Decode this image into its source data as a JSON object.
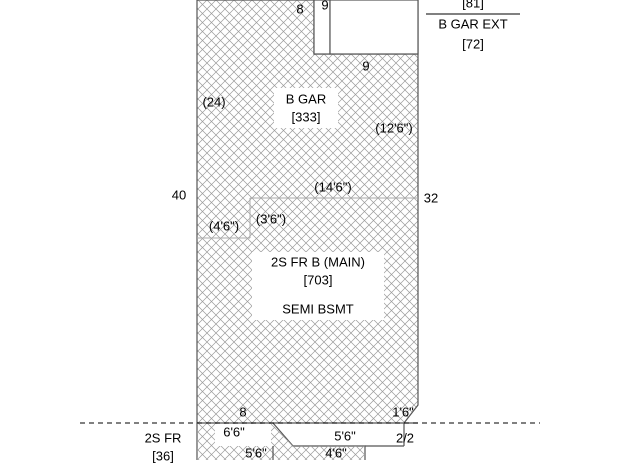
{
  "colors": {
    "wall": "#555555",
    "hatch": "#9a9a9a",
    "background": "#ffffff",
    "text": "#000000",
    "dashed_line": "#000000"
  },
  "areas": {
    "garage": {
      "name": "B GAR",
      "sqft": "[333]"
    },
    "main": {
      "name": "2S FR B (MAIN)",
      "sqft": "[703]",
      "note": "SEMI BSMT"
    },
    "garage_ext": {
      "top_value": "[81]",
      "name": "B GAR EXT",
      "sqft": "[72]"
    },
    "lower_left": {
      "name": "2S FR",
      "sqft": "[36]"
    }
  },
  "dimensions": {
    "top_8": "8",
    "top_9_small": "9",
    "notch_bottom_9": "9",
    "left_24": "(24)",
    "right_12_6": "(12'6\")",
    "divider_14_6": "(14'6\")",
    "left_total_40": "40",
    "right_total_32": "32",
    "step_4_6": "(4'6\")",
    "step_3_6": "(3'6\")",
    "bottom_8": "8",
    "bottom_1_6": "1'6\"",
    "bottom_6_6": "6'6\"",
    "bottom_5_6": "5'6\"",
    "bottom_2_2": "2/2",
    "bottom_5_6_lower": "5'6\"",
    "bottom_4_6": "4'6\""
  }
}
